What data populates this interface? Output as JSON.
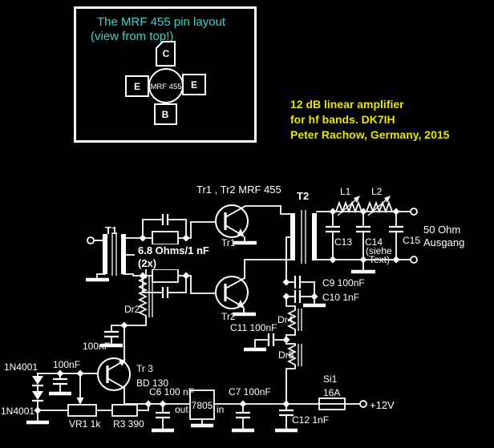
{
  "colors": {
    "background": "#000000",
    "line": "#ffffff",
    "inset_text": "#3ed1cb",
    "header_text": "#e6e600"
  },
  "inset": {
    "line1": "The MRF 455 pin layout",
    "line2": "(view from top!)",
    "chip_label": "MRF 455",
    "pin_top": "C",
    "pin_left": "E",
    "pin_right": "E",
    "pin_bottom": "B"
  },
  "header": {
    "line1": "12 dB linear amplifier",
    "line2": "for hf bands. DK7IH",
    "line3": "Peter Rachow, Germany, 2015"
  },
  "labels": {
    "t1": "T1",
    "t2": "T2",
    "trpair": "Tr1 , Tr2 MRF 455",
    "tr1": "Tr1",
    "tr2": "Tr2",
    "tr3a": "Tr 3",
    "tr3b": "BD 130",
    "rc1": "6.8 Ohms/1 nF",
    "rc2": "(2x)",
    "l1": "L1",
    "l2": "L2",
    "c13": "C13",
    "c14": "C14",
    "c14a": "(siehe",
    "c14b": "Text)",
    "c15": "C15",
    "out1": "50 Ohm",
    "out2": "Ausgang",
    "c9": "C9 100nF",
    "c10": "C10 1nF",
    "c11": "C11 100nF",
    "dr2": "Dr2",
    "dr4": "Dr4",
    "dr5": "Dr5",
    "cap_dr2": "100nF",
    "cap_bias": "100nF",
    "d1": "1N4001",
    "d2": "1N4001",
    "vr1": "VR1 1k",
    "r3": "R3 390",
    "c6": "C6 100 nF",
    "reg": "7805",
    "reg_out": "out",
    "reg_in": "in",
    "c7": "C7 100nF",
    "c12": "C12 1nF",
    "si1a": "Si1",
    "si1b": "16A",
    "v12": "+12V"
  }
}
